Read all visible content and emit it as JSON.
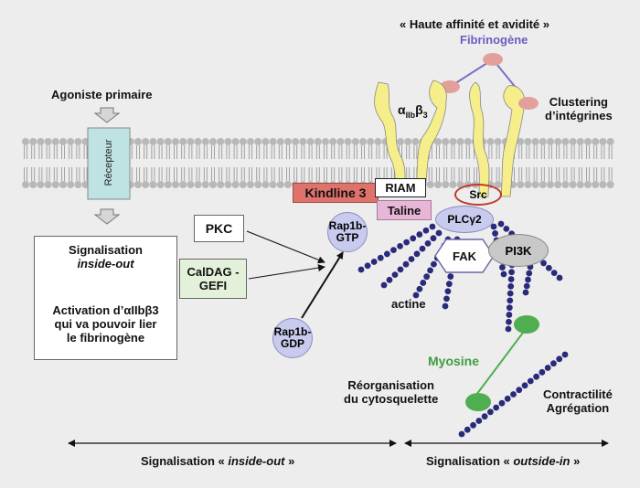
{
  "title": "« Haute affinité et avidité »",
  "fibrinogene": "Fibrinogène",
  "clustering_l1": "Clustering",
  "clustering_l2": "d’intégrines",
  "agoniste": "Agoniste primaire",
  "recepteur": "Récepteur",
  "integrin_alpha": "α",
  "integrin_sub": "IIb",
  "integrin_beta": "β",
  "integrin_sub3": "3",
  "kindlin": "Kindline 3",
  "riam": "RIAM",
  "taline": "Taline",
  "src": "Src",
  "plc": "PLCγ2",
  "fak": "FAK",
  "pi3k": "PI3K",
  "pkc": "PKC",
  "caldag_l1": "CalDAG -",
  "caldag_l2": "GEFI",
  "rap1b_gtp_l1": "Rap1b-",
  "rap1b_gtp_l2": "GTP",
  "rap1b_gdp_l1": "Rap1b-",
  "rap1b_gdp_l2": "GDP",
  "signal_l1": "Signalisation",
  "signal_l2": "inside-out",
  "activation_l1": "Activation d’αIIbβ3",
  "activation_l2": "qui va pouvoir lier",
  "activation_l3": "le fibrinogène",
  "actine": "actine",
  "myosine": "Myosine",
  "reorg_l1": "Réorganisation",
  "reorg_l2": "du cytosquelette",
  "contract_l1": "Contractilité",
  "contract_l2": "Agrégation",
  "bottom_left_a": "Signalisation « ",
  "bottom_left_b": "inside-out",
  "bottom_left_c": " »",
  "bottom_right_a": "Signalisation « ",
  "bottom_right_b": "outside-in",
  "bottom_right_c": " »",
  "colors": {
    "background": "#ededed",
    "membrane_head": "#b8b8b8",
    "integrin": "#f5ee8a",
    "receptor": "#bfe3e3",
    "kindlin": "#e0726c",
    "taline": "#e8b6d6",
    "rap1b": "#c9cbee",
    "pi3k": "#c8c8c8",
    "caldag": "#e4f1da",
    "actin": "#2a2a7a",
    "myosin": "#4fae4f",
    "fibrinogen_node": "#e3a09a",
    "fibrinogen_line": "#7b6fc0",
    "src_ring": "#c0392b"
  }
}
